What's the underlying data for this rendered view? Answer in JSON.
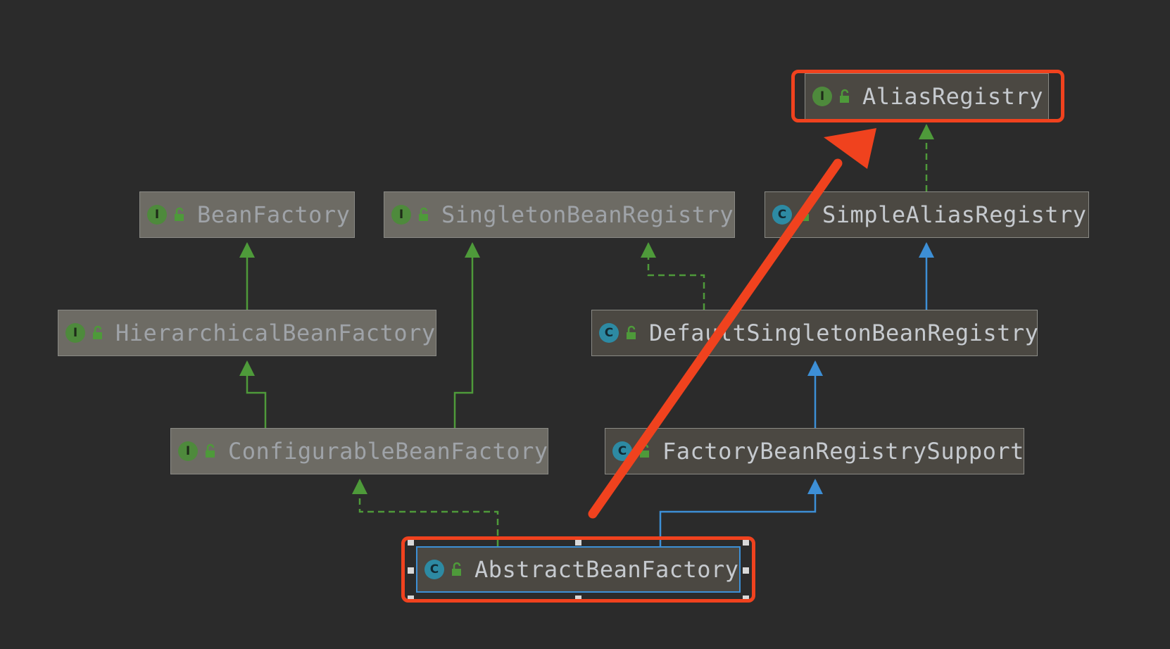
{
  "diagram": {
    "nodes": [
      {
        "id": "alias-registry",
        "label": "AliasRegistry",
        "kind": "I"
      },
      {
        "id": "bean-factory",
        "label": "BeanFactory",
        "kind": "I"
      },
      {
        "id": "singleton-bean-registry",
        "label": "SingletonBeanRegistry",
        "kind": "I"
      },
      {
        "id": "simple-alias-registry",
        "label": "SimpleAliasRegistry",
        "kind": "C"
      },
      {
        "id": "hierarchical-bean-factory",
        "label": "HierarchicalBeanFactory",
        "kind": "I"
      },
      {
        "id": "default-singleton-bean-registry",
        "label": "DefaultSingletonBeanRegistry",
        "kind": "C"
      },
      {
        "id": "configurable-bean-factory",
        "label": "ConfigurableBeanFactory",
        "kind": "I"
      },
      {
        "id": "factory-bean-registry-support",
        "label": "FactoryBeanRegistrySupport",
        "kind": "C"
      },
      {
        "id": "abstract-bean-factory",
        "label": "AbstractBeanFactory",
        "kind": "C"
      }
    ],
    "edges": [
      {
        "from": "simple-alias-registry",
        "to": "alias-registry",
        "type": "implements"
      },
      {
        "from": "hierarchical-bean-factory",
        "to": "bean-factory",
        "type": "extends-interface"
      },
      {
        "from": "configurable-bean-factory",
        "to": "singleton-bean-registry",
        "type": "extends-interface"
      },
      {
        "from": "default-singleton-bean-registry",
        "to": "singleton-bean-registry",
        "type": "implements"
      },
      {
        "from": "default-singleton-bean-registry",
        "to": "simple-alias-registry",
        "type": "extends"
      },
      {
        "from": "configurable-bean-factory",
        "to": "hierarchical-bean-factory",
        "type": "extends-interface"
      },
      {
        "from": "factory-bean-registry-support",
        "to": "default-singleton-bean-registry",
        "type": "extends"
      },
      {
        "from": "abstract-bean-factory",
        "to": "configurable-bean-factory",
        "type": "implements"
      },
      {
        "from": "abstract-bean-factory",
        "to": "factory-bean-registry-support",
        "type": "extends"
      }
    ],
    "selected": "abstract-bean-factory",
    "highlighted": [
      "alias-registry",
      "abstract-bean-factory"
    ],
    "annotation_arrow": {
      "from": "abstract-bean-factory",
      "to": "alias-registry"
    },
    "colors": {
      "background": "#2b2b2b",
      "interface_green": "#4e9a3a",
      "class_blue": "#3d8fd6",
      "highlight_red": "#f0421e"
    }
  }
}
